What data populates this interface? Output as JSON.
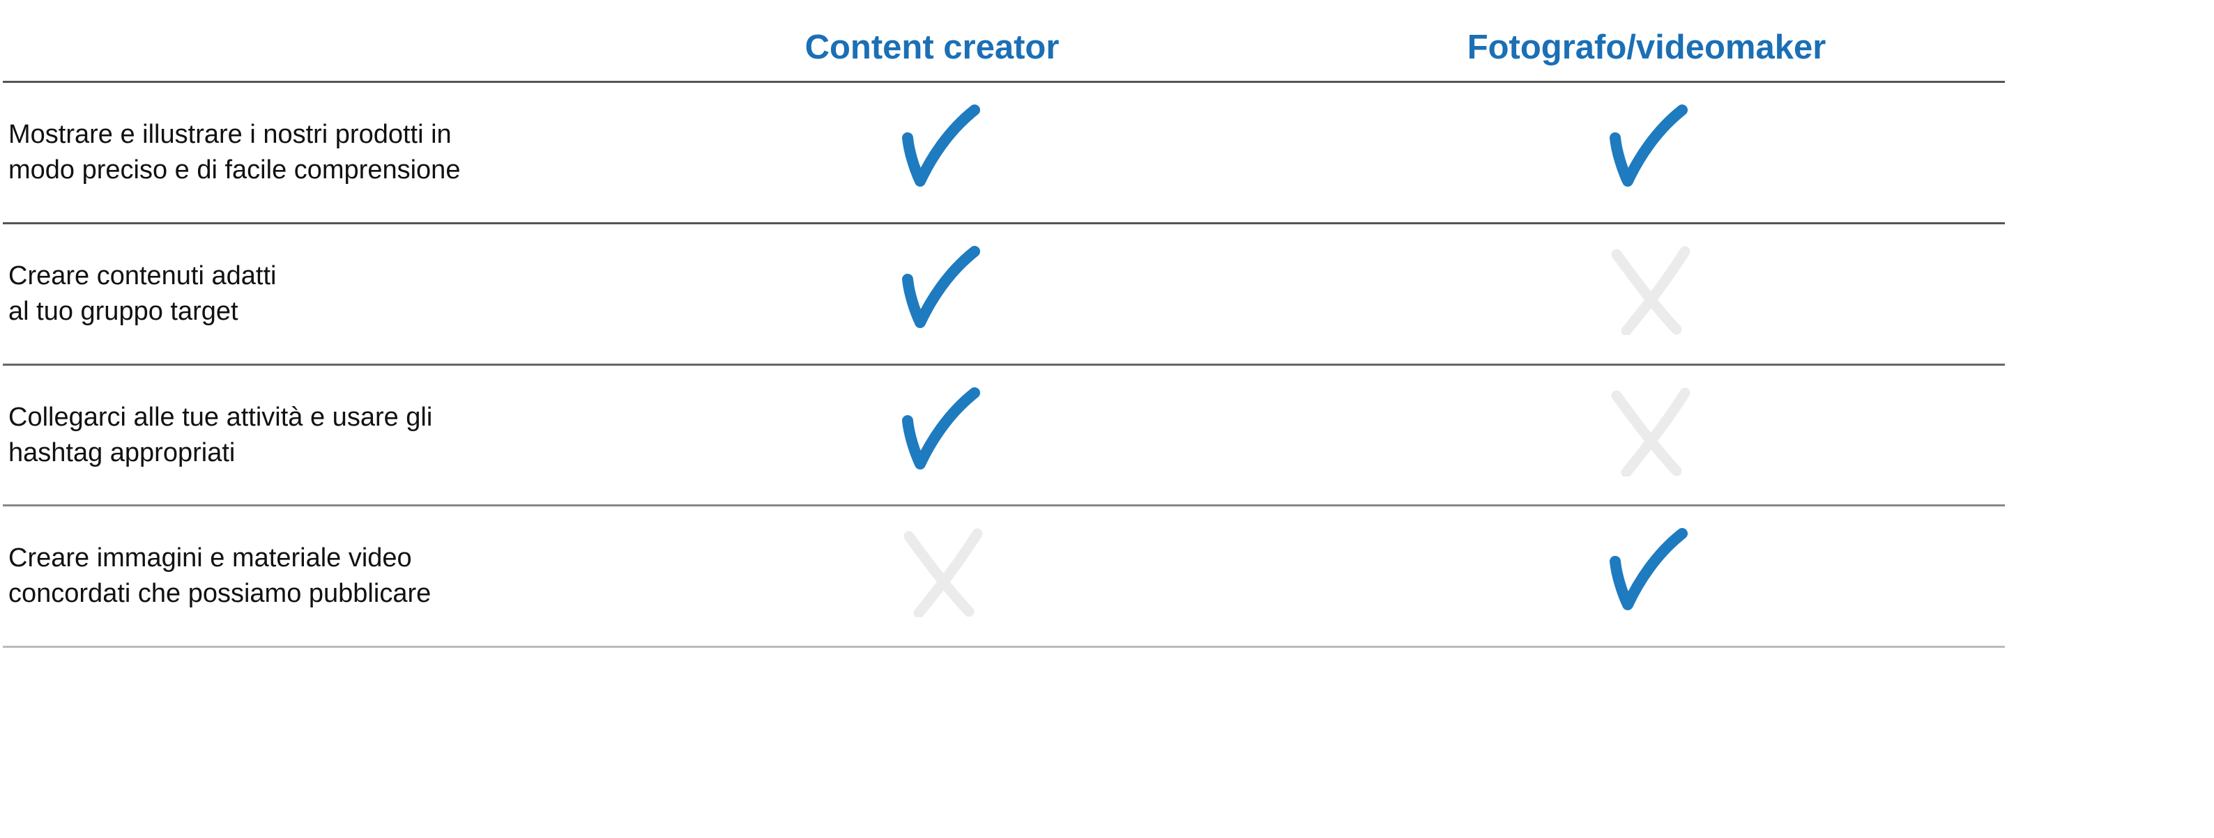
{
  "columns": [
    "Content creator",
    "Fotografo/videomaker"
  ],
  "colors": {
    "accent": "#1b6fb5",
    "check": "#1e7bbf",
    "cross": "#ebebeb"
  },
  "rows": [
    {
      "line1": "Mostrare e illustrare i nostri prodotti in",
      "line2": "modo preciso e di facile comprensione",
      "content_creator": "check-icon",
      "fotografo": "check-icon"
    },
    {
      "line1": "Creare contenuti adatti",
      "line2": "al tuo gruppo target",
      "content_creator": "check-icon",
      "fotografo": "cross-icon"
    },
    {
      "line1": "Collegarci alle tue attività e usare gli",
      "line2": "hashtag appropriati",
      "content_creator": "check-icon",
      "fotografo": "cross-icon"
    },
    {
      "line1": "Creare immagini e materiale video",
      "line2": "concordati che possiamo pubblicare",
      "content_creator": "cross-icon",
      "fotografo": "check-icon"
    }
  ]
}
